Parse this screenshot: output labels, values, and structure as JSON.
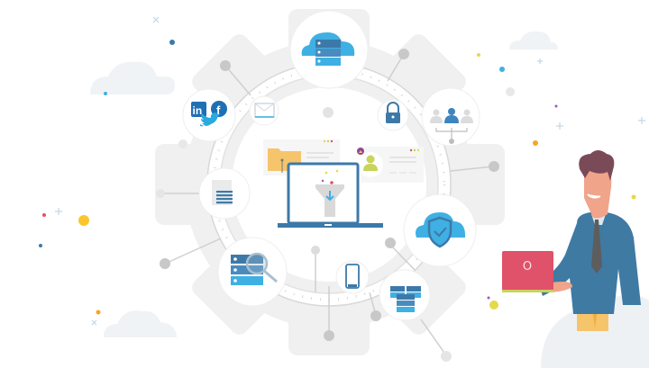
{
  "illustration": {
    "subject": "data integration gear hub with person holding laptop",
    "laptop_label": "O",
    "hub_icons": [
      {
        "name": "cloud-server-icon",
        "position": "top"
      },
      {
        "name": "social-media-icon",
        "position": "top-left",
        "brands": [
          "in",
          "f",
          "twitter"
        ]
      },
      {
        "name": "mail-icon",
        "position": "upper-left-inner"
      },
      {
        "name": "lock-icon",
        "position": "upper-right-inner"
      },
      {
        "name": "user-hierarchy-icon",
        "position": "top-right"
      },
      {
        "name": "document-icon",
        "position": "left"
      },
      {
        "name": "database-search-icon",
        "position": "bottom-left"
      },
      {
        "name": "mobile-phone-icon",
        "position": "bottom"
      },
      {
        "name": "server-stack-icon",
        "position": "bottom-right"
      },
      {
        "name": "cloud-shield-icon",
        "position": "right"
      },
      {
        "name": "funnel-laptop-icon",
        "position": "center"
      }
    ]
  },
  "colors": {
    "blue_light": "#3fb0e3",
    "blue_dark": "#3d79a8",
    "gear_gray": "#f0f0f0",
    "node_gray": "#c8c8c8",
    "laptop_red": "#e0516a",
    "suit_blue": "#3f7aa3",
    "folder_yellow": "#f6c56b",
    "user_green": "#c8d45a"
  }
}
